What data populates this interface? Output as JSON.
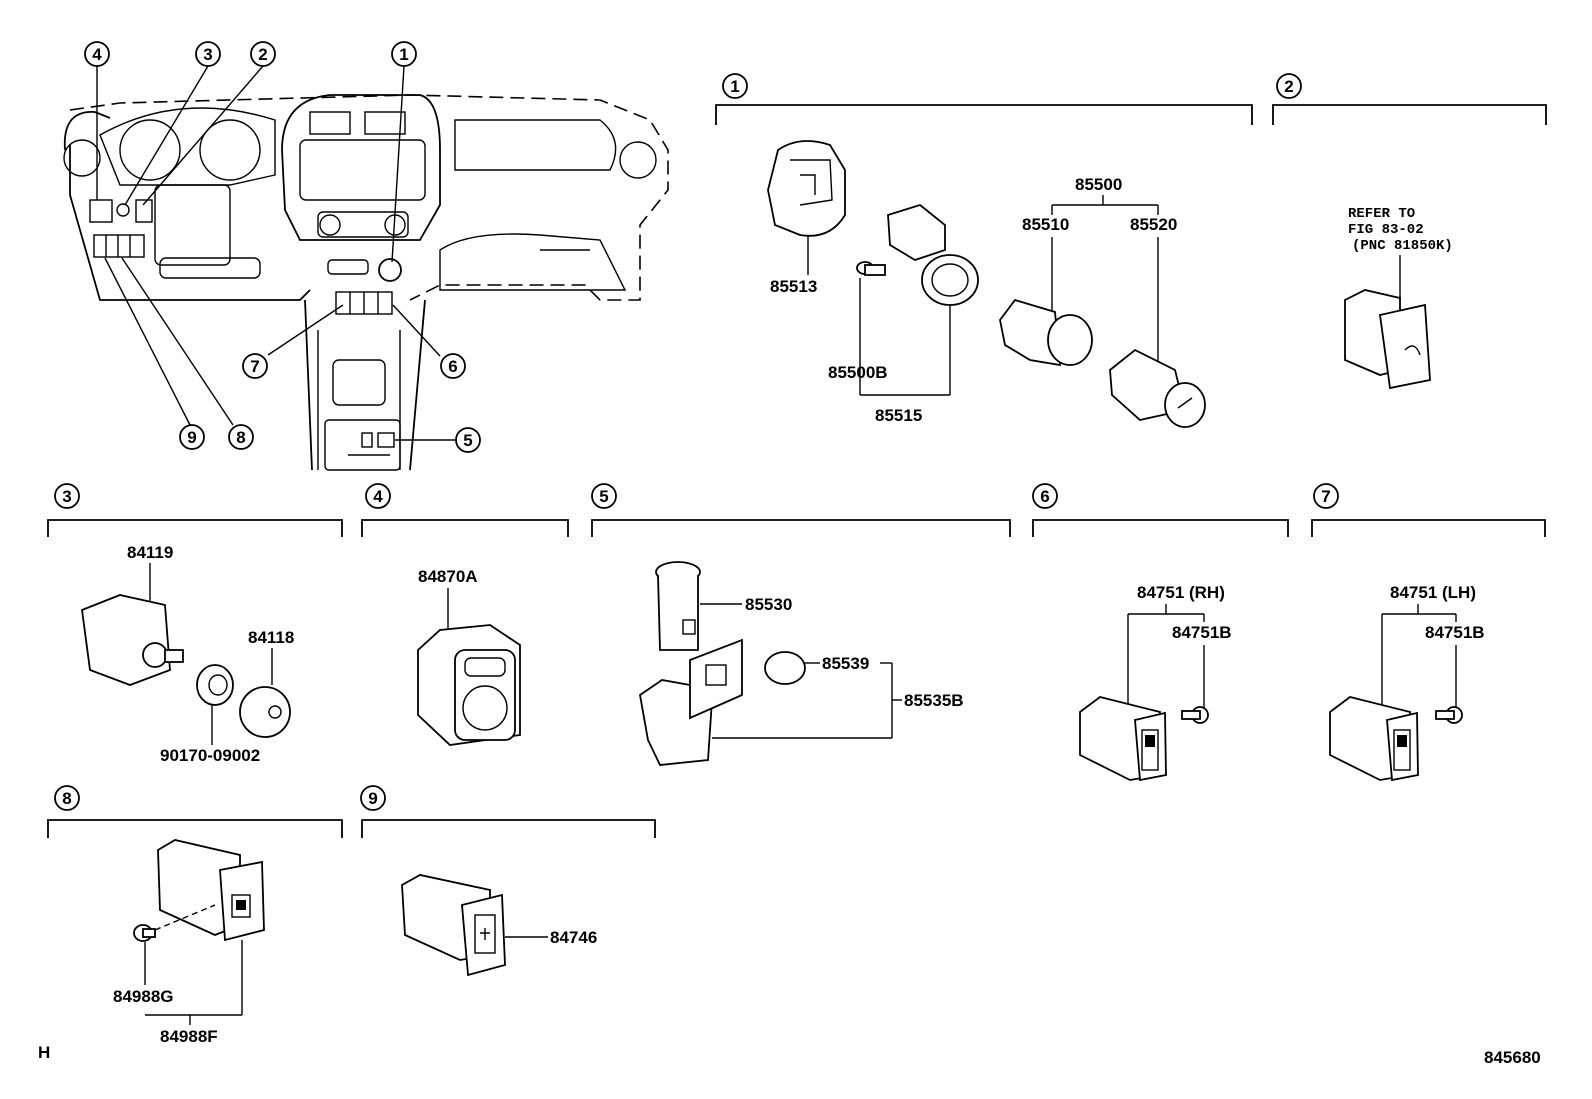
{
  "callouts": {
    "c1": "1",
    "c2": "2",
    "c3": "3",
    "c4": "4",
    "c5": "5",
    "c6": "6",
    "c7": "7",
    "c8": "8",
    "c9": "9"
  },
  "sections": {
    "s1": "1",
    "s2": "2",
    "s3": "3",
    "s4": "4",
    "s5": "5",
    "s6": "6",
    "s7": "7",
    "s8": "8",
    "s9": "9"
  },
  "parts": {
    "p85500": "85500",
    "p85510": "85510",
    "p85520": "85520",
    "p85513": "85513",
    "p85500B": "85500B",
    "p85515": "85515",
    "refer1": "REFER TO",
    "refer2": "FIG 83-02",
    "refer3": "(PNC 81850K)",
    "p84119": "84119",
    "p84118": "84118",
    "p90170": "90170-09002",
    "p84870A": "84870A",
    "p85530": "85530",
    "p85539": "85539",
    "p85535B": "85535B",
    "p84751rh": "84751 (RH)",
    "p84751Brh": "84751B",
    "p84751lh": "84751 (LH)",
    "p84751Blh": "84751B",
    "p84988G": "84988G",
    "p84988F": "84988F",
    "p84746": "84746"
  },
  "footer": {
    "left": "H",
    "code": "845680"
  }
}
